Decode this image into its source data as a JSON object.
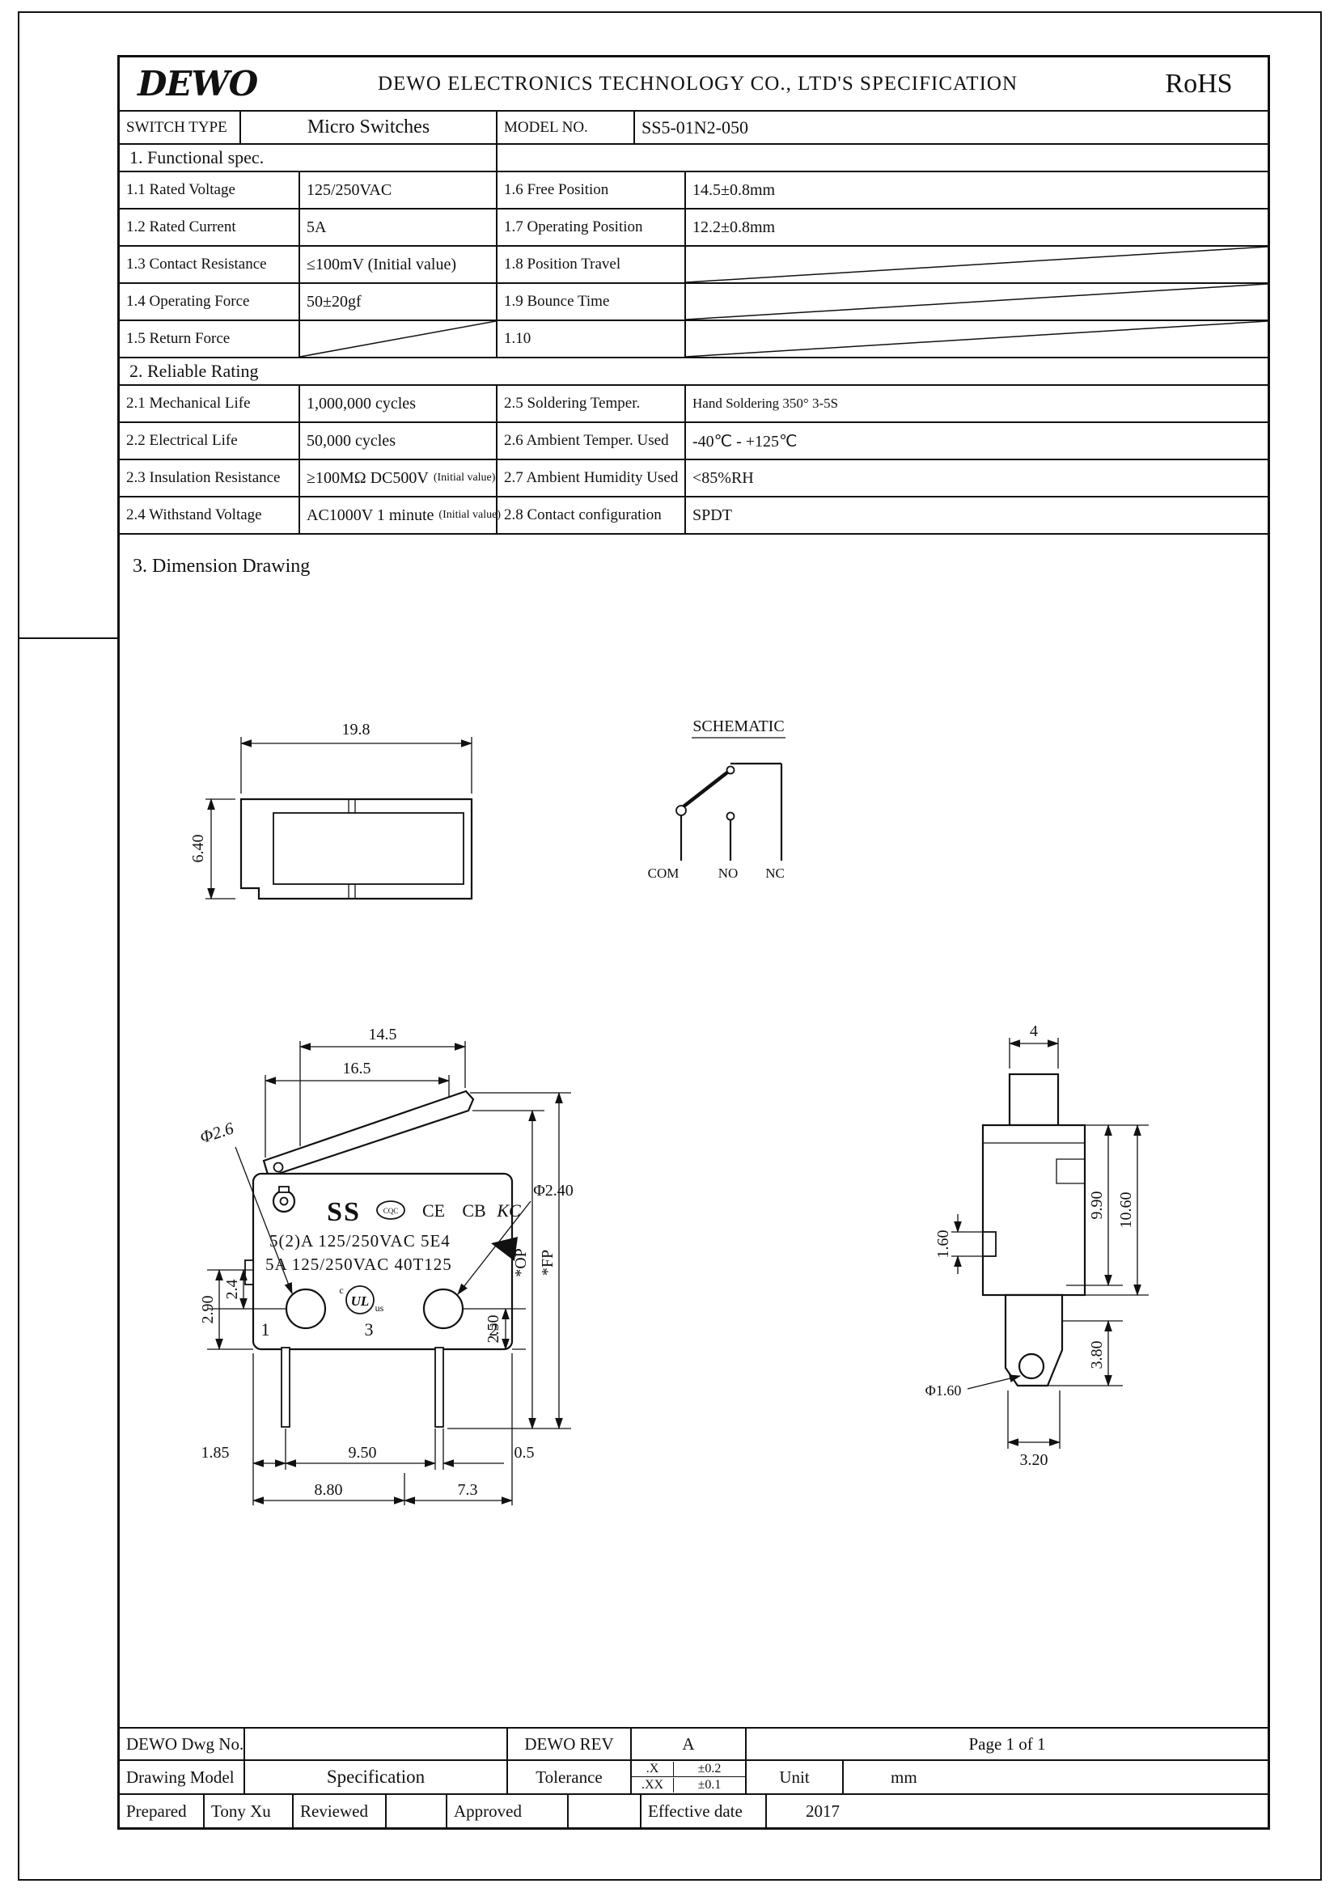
{
  "header": {
    "logo": "DEWO",
    "title": "DEWO ELECTRONICS TECHNOLOGY CO., LTD'S SPECIFICATION",
    "rohs": "RoHS"
  },
  "type_row": {
    "switch_type_label": "SWITCH TYPE",
    "switch_type_value": "Micro Switches",
    "model_label": "MODEL NO.",
    "model_value": "SS5-01N2-050"
  },
  "functional": {
    "title": "1. Functional spec.",
    "rows": [
      {
        "l_label": "1.1 Rated Voltage",
        "l_value": "125/250VAC",
        "r_label": "1.6 Free Position",
        "r_value": "14.5±0.8mm"
      },
      {
        "l_label": "1.2 Rated Current",
        "l_value": "5A",
        "r_label": "1.7 Operating Position",
        "r_value": "12.2±0.8mm"
      },
      {
        "l_label": "1.3 Contact Resistance",
        "l_value": "≤100mV (Initial value)",
        "r_label": "1.8 Position Travel",
        "r_value": ""
      },
      {
        "l_label": "1.4 Operating Force",
        "l_value": "50±20gf",
        "r_label": "1.9 Bounce Time",
        "r_value": ""
      },
      {
        "l_label": "1.5 Return Force",
        "l_value": "",
        "r_label": "1.10",
        "r_value": ""
      }
    ]
  },
  "reliable": {
    "title": "2. Reliable Rating",
    "rows": [
      {
        "l_label": "2.1 Mechanical Life",
        "l_value": "1,000,000 cycles",
        "r_label": "2.5 Soldering Temper.",
        "r_value": "Hand Soldering 350°  3-5S"
      },
      {
        "l_label": "2.2 Electrical Life",
        "l_value": "50,000 cycles",
        "r_label": "2.6 Ambient Temper. Used",
        "r_value": "-40℃ - +125℃"
      },
      {
        "l_label": "2.3 Insulation Resistance",
        "l_value": "≥100MΩ DC500V",
        "l_note": "(Initial value)",
        "r_label": "2.7 Ambient Humidity Used",
        "r_value": "<85%RH"
      },
      {
        "l_label": "2.4  Withstand Voltage",
        "l_value": "AC1000V 1 minute",
        "l_note": "(Initial value)",
        "r_label": "2.8 Contact configuration",
        "r_value": "SPDT"
      }
    ]
  },
  "dimension": {
    "title": "3.  Dimension Drawing",
    "top_view": {
      "width": "19.8",
      "height": "6.40"
    },
    "schematic": {
      "title": "SCHEMATIC",
      "com": "COM",
      "no": "NO",
      "nc": "NC"
    },
    "front_view": {
      "dim_lever": "14.5",
      "dim_lever2": "16.5",
      "hole_left": "Φ2.6",
      "hole_right": "Φ2.40",
      "brand": "SS",
      "mark_cqc": "CQC",
      "mark_ce": "CE",
      "mark_cb": "CB",
      "mark_kc": "KC",
      "mark_ul": "UL",
      "mark_ul_c": "c",
      "mark_ul_us": "us",
      "cert_line1": "5(2)A 125/250VAC 5E4",
      "cert_line2": "5A 125/250VAC 40T125",
      "dim_290": "2.90",
      "dim_24": "2.4",
      "dim_250": "2.50",
      "op": "*OP",
      "fp": "*FP",
      "pin1": "1",
      "pin3": "3",
      "pin2": "2",
      "dim_185": "1.85",
      "dim_950": "9.50",
      "dim_05": "0.5",
      "dim_880": "8.80",
      "dim_73": "7.3"
    },
    "side_view": {
      "dim_4": "4",
      "dim_990": "9.90",
      "dim_1060": "10.60",
      "dim_160": "1.60",
      "dim_380": "3.80",
      "dim_320": "3.20",
      "hole": "Φ1.60"
    }
  },
  "footer": {
    "dwg_no_label": "DEWO Dwg No.",
    "rev_label": "DEWO REV",
    "rev_value": "A",
    "page": "Page 1 of 1",
    "drawing_model_label": "Drawing Model",
    "drawing_model_value": "Specification",
    "tolerance_label": "Tolerance",
    "tol_x_label": ".X",
    "tol_x_value": "±0.2",
    "tol_xx_label": ".XX",
    "tol_xx_value": "±0.1",
    "unit_label": "Unit",
    "unit_value": "mm",
    "prepared_label": "Prepared",
    "prepared_value": "Tony Xu",
    "reviewed_label": "Reviewed",
    "approved_label": "Approved",
    "effective_label": "Effective date",
    "effective_value": "2017"
  }
}
